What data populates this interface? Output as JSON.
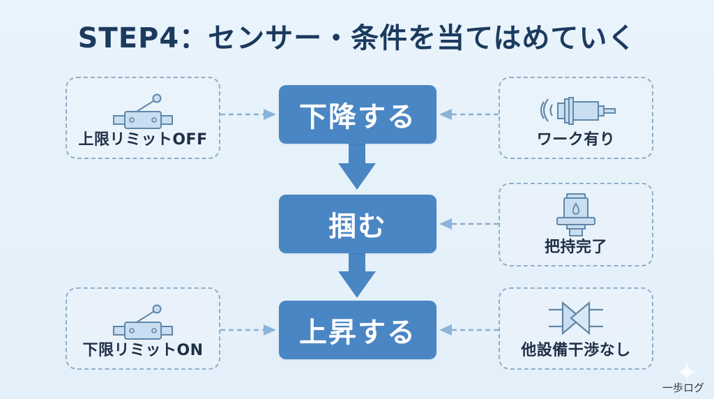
{
  "title": "STEP4：センサー・条件を当てはめていく",
  "steps": [
    {
      "label": "下降する"
    },
    {
      "label": "掴む"
    },
    {
      "label": "上昇する"
    }
  ],
  "conditions": {
    "left": [
      {
        "label": "上限リミットOFF",
        "icon": "limit-switch-icon",
        "target_step": "下降する"
      },
      {
        "label": "下限リミットON",
        "icon": "limit-switch-icon",
        "target_step": "上昇する"
      }
    ],
    "right": [
      {
        "label": "ワーク有り",
        "icon": "proximity-sensor-icon",
        "target_step": "下降する"
      },
      {
        "label": "把持完了",
        "icon": "pressure-sensor-icon",
        "target_step": "掴む"
      },
      {
        "label": "他設備干渉なし",
        "icon": "interference-valve-icon",
        "target_step": "上昇する"
      }
    ]
  },
  "brand": "一歩ログ",
  "colors": {
    "title": "#1c3a5e",
    "step_fill": "#4a86c4",
    "dashed": "#8eaec9",
    "icon_stroke": "#5f86a8",
    "icon_fill": "#c9def0",
    "background": "#e8f3fb"
  }
}
